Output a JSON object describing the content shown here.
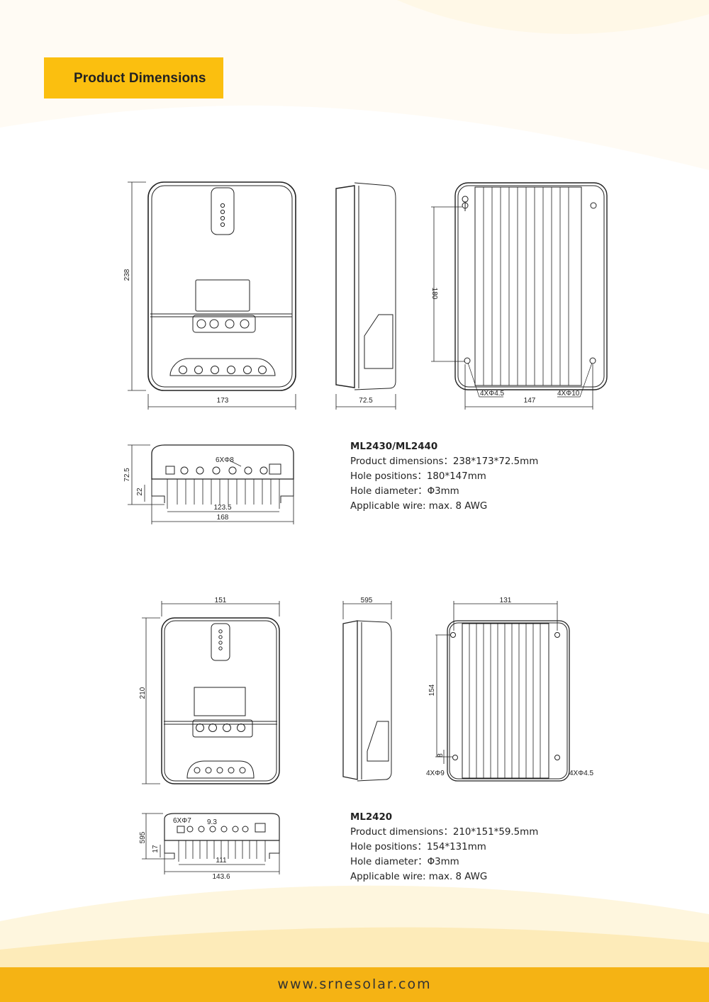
{
  "header": {
    "title": "Product Dimensions"
  },
  "model_a": {
    "name": "ML2430/ML2440",
    "specs": [
      "Product dimensions：238*173*72.5mm",
      "Hole positions：180*147mm",
      "Hole diameter：Φ3mm",
      "Applicable wire: max. 8 AWG"
    ],
    "dims": {
      "front_height": "238",
      "front_width": "173",
      "side_depth": "72.5",
      "back_hole_spacing_v": "180",
      "back_hole_spacing_h": "147",
      "back_hole_left": "4XΦ4.5",
      "back_hole_right": "4XΦ10",
      "bottom_holes": "6XΦ8",
      "bottom_height": "72.5",
      "bottom_foot": "22",
      "bottom_inner": "123.5",
      "bottom_width": "168"
    }
  },
  "model_b": {
    "name": "ML2420",
    "specs": [
      "Product dimensions：210*151*59.5mm",
      "Hole positions：154*131mm",
      "Hole diameter：Φ3mm",
      "Applicable wire: max. 8 AWG"
    ],
    "dims": {
      "front_width": "151",
      "front_height": "210",
      "side_depth": "595",
      "back_hole_spacing_h": "131",
      "back_hole_spacing_v": "154",
      "back_hole_small": "8",
      "back_hole_left": "4XΦ9",
      "back_hole_right": "4XΦ4.5",
      "bottom_holes": "6XΦ7",
      "bottom_pitch": "9.3",
      "bottom_height": "595",
      "bottom_foot": "17",
      "bottom_inner": "111",
      "bottom_width": "143.6"
    }
  },
  "footer": {
    "url": "www.srnesolar.com"
  },
  "colors": {
    "accent": "#fbbf0f",
    "footer": "#f5b314"
  }
}
